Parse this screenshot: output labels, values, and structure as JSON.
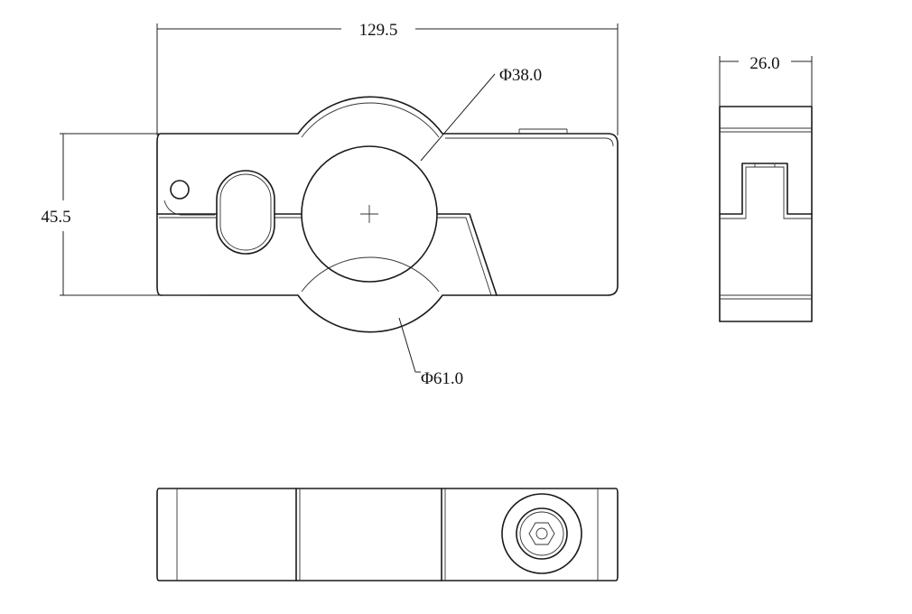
{
  "dimensions": {
    "overall_length": "129.5",
    "height": "45.5",
    "width": "26.0",
    "inner_diameter": "Φ38.0",
    "outer_diameter": "Φ61.0"
  },
  "colors": {
    "line": "#1a1a1a",
    "background": "#ffffff"
  }
}
